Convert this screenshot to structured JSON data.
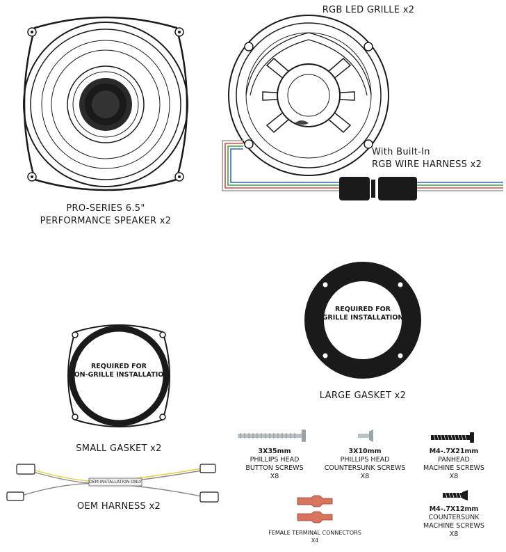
{
  "speaker": {
    "line1": "PRO-SERIES 6.5\"",
    "line2": "PERFORMANCE SPEAKER x2"
  },
  "grille": {
    "title": "RGB LED GRILLE x2",
    "harness_line1": "With Built-In",
    "harness_line2": "RGB WIRE HARNESS x2"
  },
  "large_gasket": {
    "inner_line1": "REQUIRED FOR",
    "inner_line2": "GRILLE INSTALLATION",
    "label": "LARGE GASKET x2"
  },
  "small_gasket": {
    "inner_line1": "REQUIRED FOR",
    "inner_line2": "NON-GRILLE INSTALLATION",
    "label": "SMALL GASKET x2"
  },
  "oem_harness": {
    "tag": "OEM INSTALLATION ONLY",
    "label": "OEM HARNESS x2"
  },
  "screws": [
    {
      "size": "3X35mm",
      "line1": "PHILLIPS HEAD",
      "line2": "BUTTON SCREWS",
      "qty": "X8"
    },
    {
      "size": "3X10mm",
      "line1": "PHILLIPS HEAD",
      "line2": "COUNTERSUNK SCREWS",
      "qty": "X8"
    },
    {
      "size": "M4-.7X21mm",
      "line1": "PANHEAD",
      "line2": "MACHINE SCREWS",
      "qty": "X8"
    },
    {
      "size": "M4-.7X12mm",
      "line1": "COUNTERSUNK",
      "line2": "MACHINE SCREWS",
      "qty": "X8"
    }
  ],
  "connectors": {
    "line1": "FEMALE TERMINAL CONNECTORS",
    "qty": "X4"
  },
  "colors": {
    "ink": "#1a1a1a",
    "connector_red": "#d9745f",
    "screw_gray": "#9aa3a8",
    "wire_yellow": "#e6cf3a",
    "wire_red": "#d44",
    "wire_green": "#3a3",
    "wire_blue": "#36c"
  }
}
